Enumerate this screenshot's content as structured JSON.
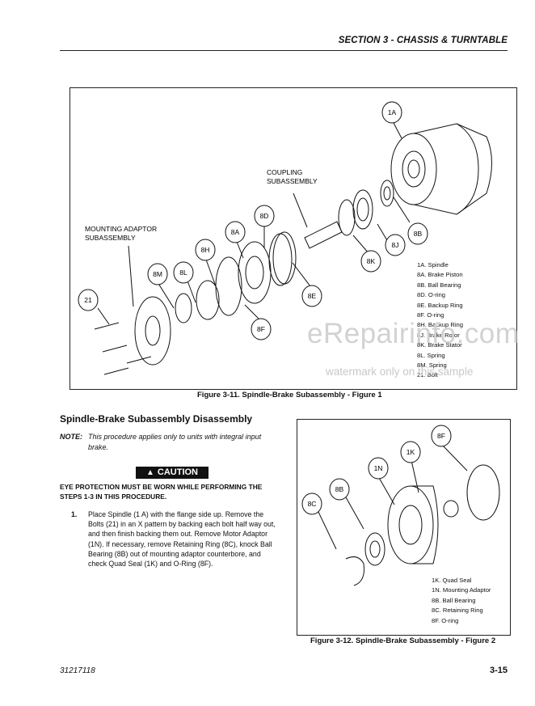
{
  "header": {
    "title": "SECTION 3 - CHASSIS & TURNTABLE"
  },
  "figure1": {
    "caption": "Figure 3-11.  Spindle-Brake Subassembly - Figure 1",
    "callouts": [
      "1A",
      "8D",
      "8A",
      "8H",
      "8L",
      "8M",
      "21",
      "8F",
      "8E",
      "8K",
      "8J",
      "8B"
    ],
    "labels": {
      "coupling": [
        "COUPLING",
        "SUBASSEMBLY"
      ],
      "mounting": [
        "MOUNTING ADAPTOR",
        "SUBASSEMBLY"
      ]
    },
    "legend": [
      "1A.  Spindle",
      "8A.  Brake Piston",
      "8B.  Ball Bearing",
      "8D.  O-ring",
      "8E.  Backup Ring",
      "8F.  O-ring",
      "8H.  Backup Ring",
      "8J.  Brake Rotor",
      "8K.  Brake Stator",
      "8L.  Spring",
      "8M.  Spring",
      "21.  Bolt"
    ]
  },
  "figure2": {
    "caption": "Figure 3-12.  Spindle-Brake Subassembly - Figure 2",
    "callouts": [
      "8F",
      "1K",
      "1N",
      "8B",
      "8C"
    ],
    "legend": [
      "1K.  Quad Seal",
      "1N.  Mounting Adaptor",
      "8B.  Ball Bearing",
      "8C.  Retaining Ring",
      "8F.  O-ring"
    ]
  },
  "section": {
    "heading": "Spindle-Brake Subassembly Disassembly",
    "note_label": "NOTE:",
    "note_text": "This procedure applies only to units with integral input brake.",
    "caution_label": "CAUTION",
    "eye_protection": "EYE PROTECTION MUST BE WORN WHILE PERFORMING THE STEPS 1-3 IN THIS PROCEDURE.",
    "step1_num": "1.",
    "step1_text": "Place Spindle (1 A) with the flange side up. Remove the Bolts (21) in an X pattern by backing each bolt half way out, and then finish backing them out. Remove Motor Adaptor (1N). If necessary, remove Retaining Ring (8C), knock Ball Bearing (8B) out of mounting adaptor counterbore, and check Quad Seal (1K) and O-Ring (8F)."
  },
  "watermark": {
    "main": "eRepairinfo.com",
    "sub": "watermark only on this sample"
  },
  "footer": {
    "doc_number": "31217118",
    "page": "3-15"
  }
}
